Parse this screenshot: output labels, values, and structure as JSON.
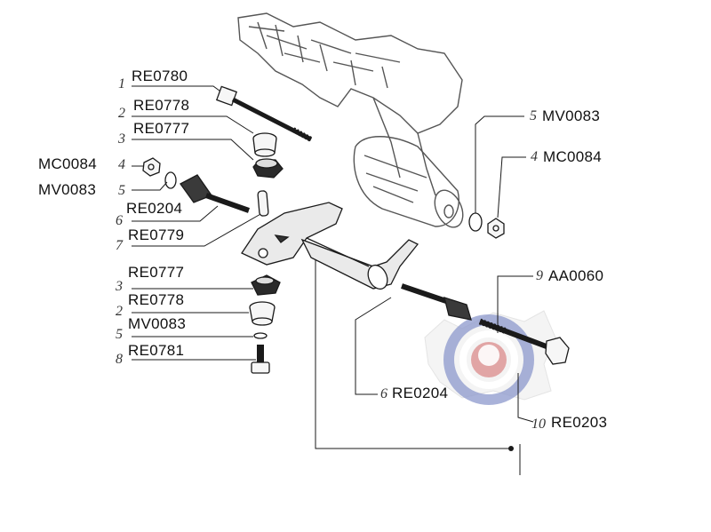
{
  "callouts": [
    {
      "id": "c1",
      "num": "1",
      "code": "RE0780"
    },
    {
      "id": "c2a",
      "num": "2",
      "code": "RE0778"
    },
    {
      "id": "c3a",
      "num": "3",
      "code": "RE0777"
    },
    {
      "id": "c4a",
      "num": "4",
      "code": "MC0084"
    },
    {
      "id": "c5a",
      "num": "5",
      "code": "MV0083"
    },
    {
      "id": "c6a",
      "num": "6",
      "code": "RE0204"
    },
    {
      "id": "c7",
      "num": "7",
      "code": "RE0779"
    },
    {
      "id": "c3b",
      "num": "3",
      "code": "RE0777"
    },
    {
      "id": "c2b",
      "num": "2",
      "code": "RE0778"
    },
    {
      "id": "c5b",
      "num": "5",
      "code": "MV0083"
    },
    {
      "id": "c8",
      "num": "8",
      "code": "RE0781"
    },
    {
      "id": "c5c",
      "num": "5",
      "code": "MV0083"
    },
    {
      "id": "c4b",
      "num": "4",
      "code": "MC0084"
    },
    {
      "id": "c9",
      "num": "9",
      "code": "AA0060"
    },
    {
      "id": "c6b",
      "num": "6",
      "code": "RE0204"
    },
    {
      "id": "c10",
      "num": "10",
      "code": "RE0203"
    }
  ],
  "colors": {
    "ink": "#1a1a1a",
    "sketch": "#555555",
    "watermark_blue": "#3b4fa8",
    "watermark_red": "#c23a3a"
  }
}
